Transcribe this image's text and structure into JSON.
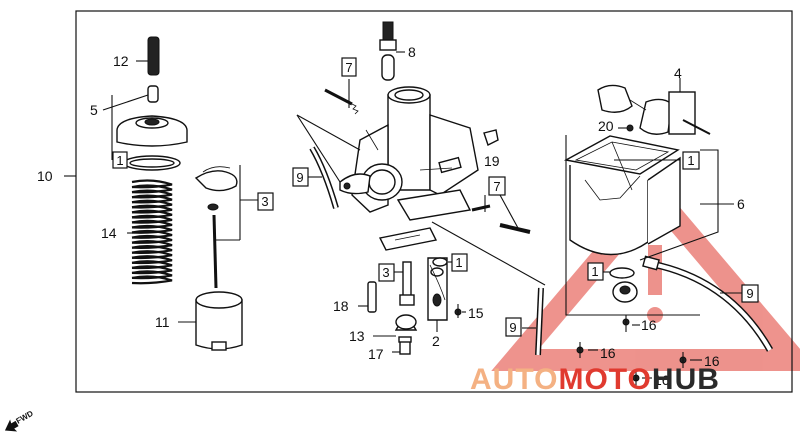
{
  "labels": {
    "l12": "12",
    "l8": "8",
    "l7a": "7",
    "l4": "4",
    "l5": "5",
    "l1a": "1",
    "l20": "20",
    "l10": "10",
    "l9a": "9",
    "l19": "19",
    "l1b": "1",
    "l3a": "3",
    "l7b": "7",
    "l6": "6",
    "l14": "14",
    "l3b": "3",
    "l1c": "1",
    "l1d": "1",
    "l9b": "9",
    "l18": "18",
    "l15": "15",
    "l11": "11",
    "l9c": "9",
    "l16a": "16",
    "l13": "13",
    "l2": "2",
    "l16b": "16",
    "l17": "17",
    "l16c": "16",
    "l16d": "16"
  },
  "fwd": "FWD",
  "watermark": {
    "auto": "AUTO",
    "moto": "MOTO",
    "hub": "HUB",
    "color_light": "#f4b183",
    "color_accent": "#e03a2f",
    "color_dark": "#2a2a2a"
  }
}
